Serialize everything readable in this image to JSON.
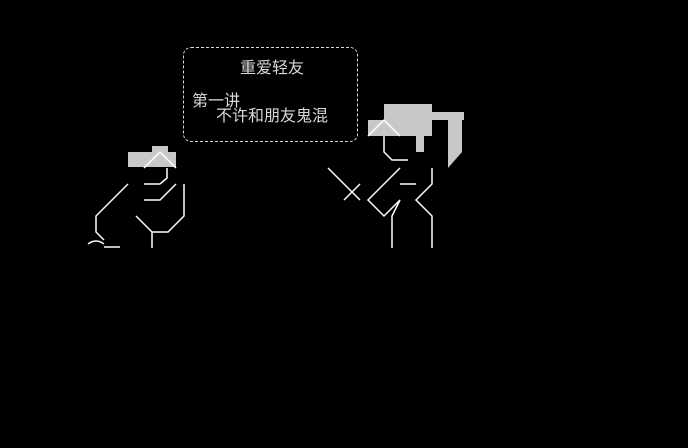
{
  "speech_bubble": {
    "title": "重爱轻友",
    "lesson": "第一讲",
    "rule": "不许和朋友鬼混"
  },
  "colors": {
    "background": "#000000",
    "line": "#ffffff",
    "fill": "#c8c8c8",
    "text": "#d8d8d8"
  },
  "figures": [
    "sitting-figure",
    "standing-figure-with-hammer"
  ]
}
